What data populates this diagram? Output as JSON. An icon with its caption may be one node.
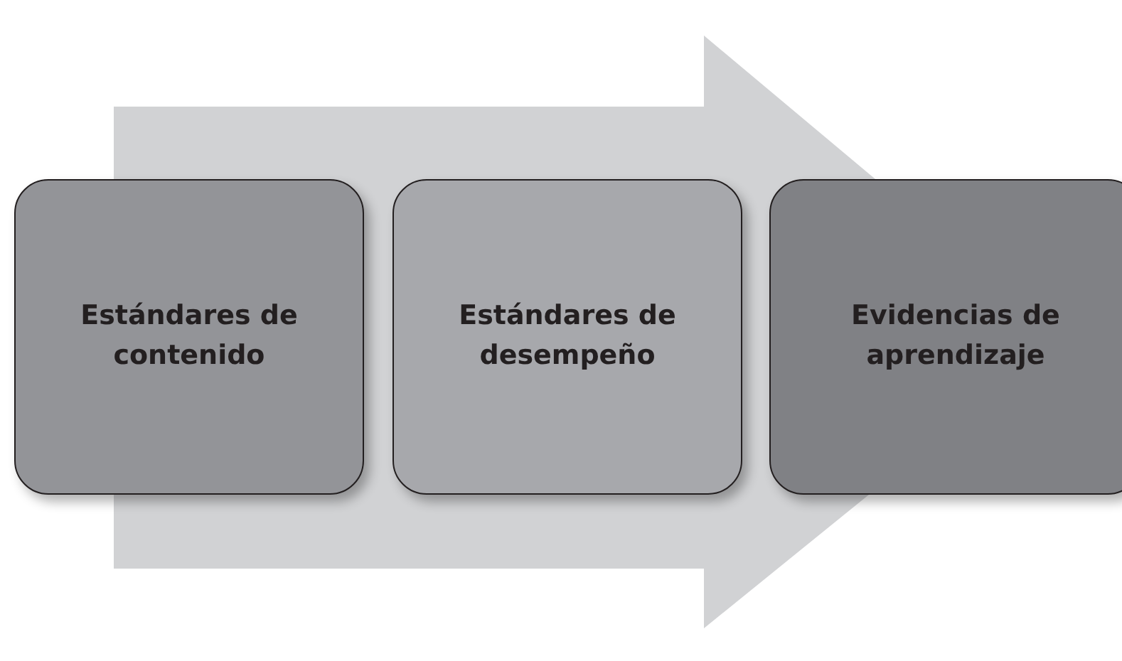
{
  "diagram": {
    "nodes": [
      {
        "text": [
          "Estándares de contenido"
        ]
      },
      {
        "text": [
          "Estándares de desempeño"
        ]
      },
      {
        "text": [
          "Evidencias de aprendizaje"
        ]
      }
    ],
    "edges": [
      {
        "from": 0,
        "to": 2,
        "arrow": "to"
      }
    ]
  }
}
